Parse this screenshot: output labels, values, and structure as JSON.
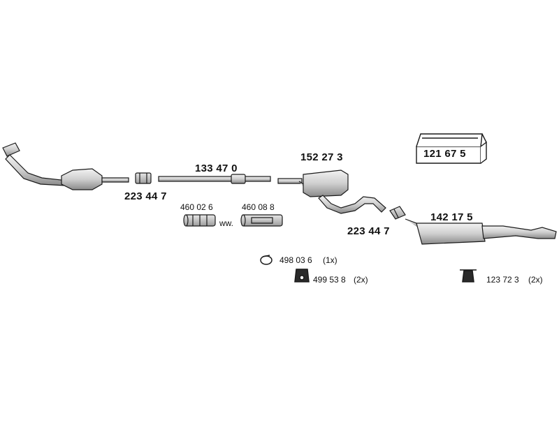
{
  "colors": {
    "ink": "#1a1a1a",
    "part_fill": "#dcdcdc",
    "part_shade": "#9a9a9a",
    "background": "#ffffff"
  },
  "parts": {
    "front_pipe": {
      "icon": "front-pipe-with-catalytic-converter"
    },
    "clamp_front": {
      "number": "223 44 7",
      "icon": "pipe-clamp"
    },
    "middle_pipe": {
      "number": "133 47 0",
      "icon": "straight-pipe"
    },
    "centre_silencer": {
      "number": "152 27 3",
      "icon": "silencer-box"
    },
    "clamp_rear": {
      "number": "223 44 7",
      "icon": "pipe-clamp"
    },
    "rear_silencer": {
      "number": "142 17 5",
      "icon": "rear-silencer"
    },
    "mounting_kit": {
      "number": "121 67 5",
      "icon": "kit-box"
    },
    "connector_a": {
      "number": "460 02 6",
      "icon": "connector-sleeve"
    },
    "connector_b": {
      "number": "460 08 8",
      "icon": "connector-sleeve"
    },
    "connector_note": "ww.",
    "ring": {
      "number": "498 03 6",
      "qty": "(1x)",
      "icon": "rubber-ring"
    },
    "hanger": {
      "number": "499 53 8",
      "qty": "(2x)",
      "icon": "rubber-hanger"
    },
    "bracket": {
      "number": "123 72 3",
      "qty": "(2x)",
      "icon": "mounting-bracket"
    }
  }
}
